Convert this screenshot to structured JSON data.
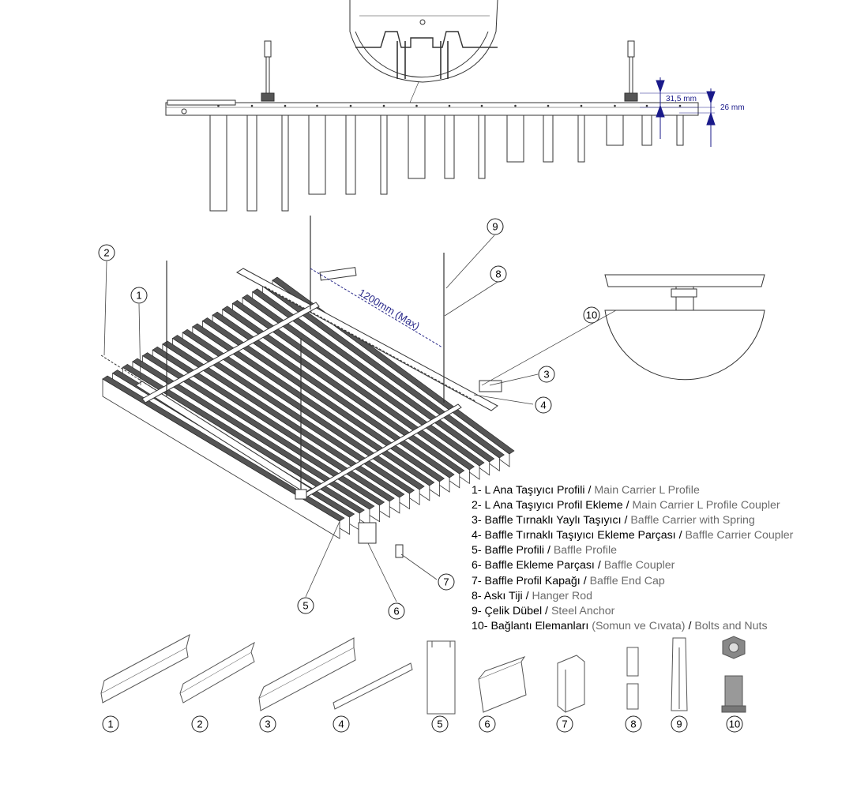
{
  "dimensions": {
    "gap": "31,5 mm",
    "height": "26 mm",
    "span": "1200mm (Max)"
  },
  "callouts": [
    "1",
    "2",
    "3",
    "4",
    "5",
    "6",
    "7",
    "8",
    "9",
    "10"
  ],
  "legend": [
    {
      "tr": "1- L Ana Taşıyıcı Profili",
      "en": "Main Carrier L Profile"
    },
    {
      "tr": "2- L Ana Taşıyıcı Profil Ekleme",
      "en": "Main Carrier L Profile Coupler"
    },
    {
      "tr": "3- Baffle Tırnaklı Yaylı Taşıyıcı",
      "en": "Baffle Carrier with Spring"
    },
    {
      "tr": "4- Baffle Tırnaklı Taşıyıcı Ekleme Parçası",
      "en": "Baffle Carrier Coupler"
    },
    {
      "tr": "5- Baffle Profili",
      "en": "Baffle Profile"
    },
    {
      "tr": "6- Baffle Ekleme Parçası",
      "en": "Baffle  Coupler"
    },
    {
      "tr": "7- Baffle Profil Kapağı",
      "en": "Baffle End Cap"
    },
    {
      "tr": "8- Askı Tiji",
      "en": "Hanger Rod"
    },
    {
      "tr": "9- Çelik Dübel",
      "en": "Steel Anchor"
    },
    {
      "tr": "10- Bağlantı Elemanları",
      "trExtra": "(Somun ve Cıvata)",
      "en": "Bolts and Nuts"
    }
  ],
  "colors": {
    "line": "#333333",
    "dimension": "#1a1a8a",
    "english": "#6b6b6b"
  }
}
